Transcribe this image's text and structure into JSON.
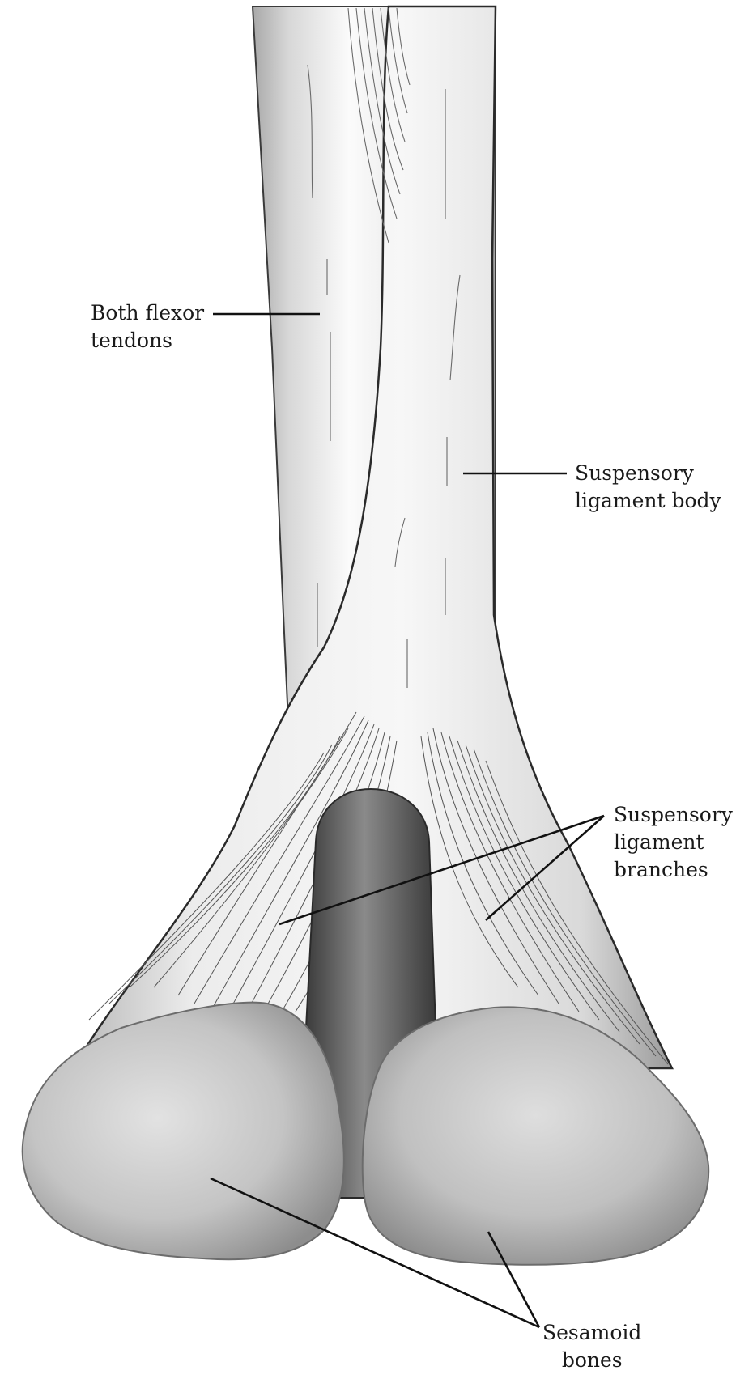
{
  "labels": {
    "flexor_tendons": {
      "line1": "Both flexor",
      "line2": "tendons"
    },
    "suspensory_body": {
      "line1": "Suspensory",
      "line2": "ligament body"
    },
    "suspensory_branches": {
      "line1": "Suspensory",
      "line2": "ligament",
      "line3": "branches"
    },
    "sesamoid_bones": {
      "line1": "Sesamoid",
      "line2": "bones"
    }
  },
  "colors": {
    "outline": "#2a2a2a",
    "tendon_light": "#f4f4f4",
    "tendon_shadow": "#a9a9a9",
    "gap_dark": "#4a4a4a",
    "bone_light": "#dcdcdc",
    "bone_shadow": "#8c8c8c"
  }
}
